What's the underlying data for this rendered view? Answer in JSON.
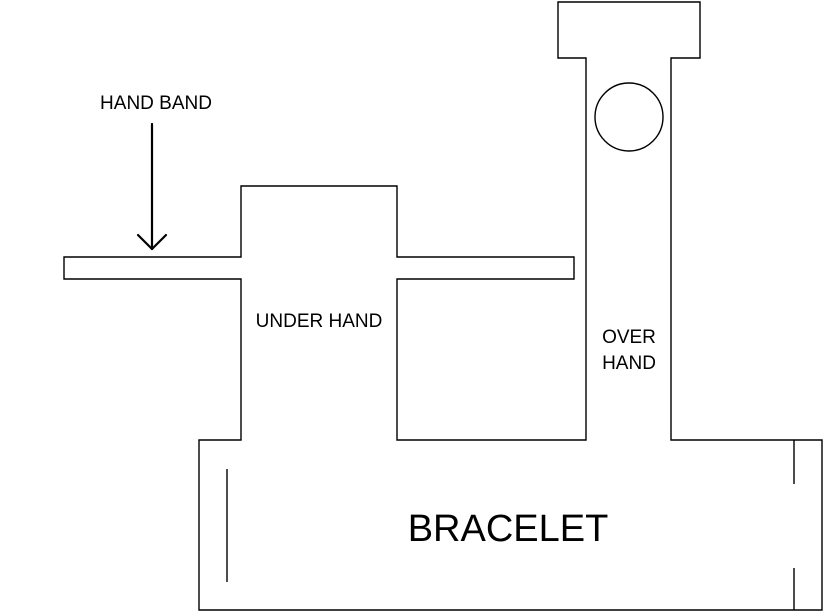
{
  "labels": {
    "hand_band": "HAND BAND",
    "under_hand": "UNDER HAND",
    "over_hand_line1": "OVER",
    "over_hand_line2": "HAND",
    "bracelet": "BRACELET"
  },
  "colors": {
    "stroke": "#000000",
    "background": "#ffffff"
  },
  "icons": {
    "pointer": "arrow-down-icon",
    "hole": "circle-hole-icon"
  }
}
